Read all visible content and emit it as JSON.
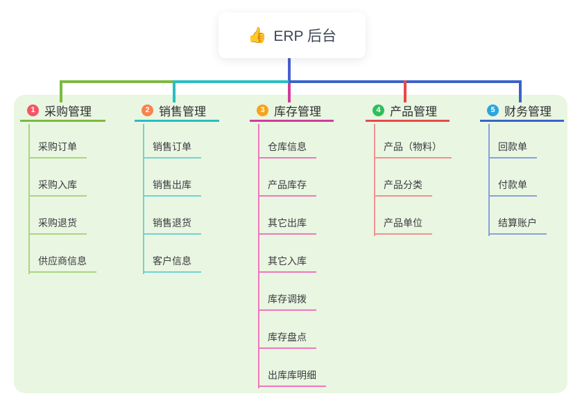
{
  "root": {
    "icon": "👍",
    "label": "ERP 后台"
  },
  "branches": [
    {
      "index": "1",
      "label": "采购管理",
      "badge_color": "#F25767",
      "line_color": "#7CB93F",
      "child_line_color": "#A9D57E",
      "children": [
        "采购订单",
        "采购入库",
        "采购退货",
        "供应商信息"
      ]
    },
    {
      "index": "2",
      "label": "销售管理",
      "badge_color": "#F9824E",
      "line_color": "#28BEC1",
      "child_line_color": "#6FD3D2",
      "children": [
        "销售订单",
        "销售出库",
        "销售退货",
        "客户信息"
      ]
    },
    {
      "index": "3",
      "label": "库存管理",
      "badge_color": "#F8A21D",
      "line_color": "#D23A9C",
      "child_line_color": "#F075BB",
      "children": [
        "仓库信息",
        "产品库存",
        "其它出库",
        "其它入库",
        "库存调拨",
        "库存盘点",
        "出库库明细"
      ]
    },
    {
      "index": "4",
      "label": "产品管理",
      "badge_color": "#2EBF5B",
      "line_color": "#E8474B",
      "child_line_color": "#F2908F",
      "children": [
        "产品（物料）",
        "产品分类",
        "产品单位"
      ]
    },
    {
      "index": "5",
      "label": "财务管理",
      "badge_color": "#2BA5E0",
      "line_color": "#3A63C8",
      "child_line_color": "#87A0DB",
      "children": [
        "回款单",
        "付款单",
        "结算账户"
      ]
    }
  ],
  "canvas": {
    "background": "#FFFFFF",
    "panel_background": "#E9F6E1",
    "root_stem_color": "#4A5ED2",
    "text_color": "#3A3A40"
  }
}
